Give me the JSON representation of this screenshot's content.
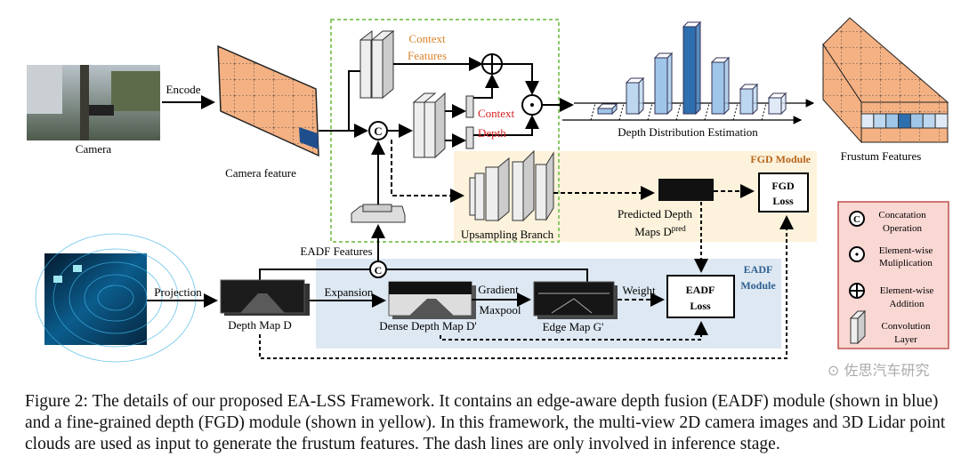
{
  "figure": {
    "camera_label": "Camera",
    "encode_label": "Encode",
    "camera_feature_label": "Camera feature",
    "context_features_label": [
      "Context",
      "Features"
    ],
    "context_label": "Context",
    "depth_label": "Depth",
    "depth_distribution_label": "Depth Distribution Estimation",
    "frustum_features_label": "Frustum Features",
    "fgd_module_label": "FGD Module",
    "upsampling_label": "Upsampling Branch",
    "predicted_depth_label": "Predicted Depth",
    "maps_label": "Maps D",
    "maps_sup": "pred",
    "fgd_loss_label": [
      "FGD",
      "Loss"
    ],
    "eadf_features_label": "EADF Features",
    "eadf_module_label": [
      "EADF",
      "Module"
    ],
    "projection_label": "Projection",
    "depth_map_label": "Depth Map D",
    "expansion_label": "Expansion",
    "dense_depth_label": "Dense Depth Map D'",
    "gradient_label": "Gradient",
    "maxpool_label": "Maxpool",
    "edge_map_label": "Edge Map G'",
    "weight_label": "Weight",
    "eadf_loss_label": [
      "EADF",
      "Loss"
    ],
    "concat_symbol": "C",
    "colors": {
      "feature_orange": "#f4b183",
      "fgd_bg": "#fdf3dc",
      "eadf_bg": "#dde8f3",
      "legend_bg": "#f9d7d3",
      "green_dash": "#8cc96b",
      "context_orange": "#d9822b",
      "red_text": "#d42020",
      "fgd_title": "#b8651b",
      "eadf_title": "#2e5f8f"
    }
  },
  "legend": {
    "items": [
      {
        "icon": "concat-icon",
        "lines": [
          "Concatation",
          "Operation"
        ]
      },
      {
        "icon": "multiply-icon",
        "lines": [
          "Element-wise",
          "Muliplication"
        ]
      },
      {
        "icon": "add-icon",
        "lines": [
          "Element-wise",
          "Addition"
        ]
      },
      {
        "icon": "conv-layer-icon",
        "lines": [
          "Convolution",
          "Layer"
        ]
      }
    ]
  },
  "caption": "Figure 2: The details of our proposed EA-LSS Framework. It contains an edge-aware depth fusion (EADF) module (shown in blue) and a fine-grained depth (FGD) module (shown in yellow). In this framework, the multi-view 2D camera images and 3D Lidar point clouds are used as input to generate the frustum features. The dash lines are only involved in inference stage.",
  "watermark": "佐思汽车研究"
}
